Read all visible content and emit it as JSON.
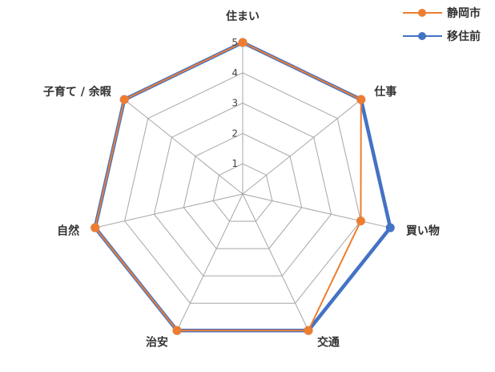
{
  "chart_data": {
    "type": "radar",
    "title": "",
    "axes": [
      "住まい",
      "仕事",
      "買い物",
      "交通",
      "治安",
      "自然",
      "子育て / 余暇"
    ],
    "rlim": [
      0,
      5
    ],
    "ticks": [
      "1",
      "2",
      "3",
      "4",
      "5"
    ],
    "grid": true,
    "legend_position": "top-right",
    "series": [
      {
        "name": "静岡市",
        "color": "#ED7D31",
        "values": [
          5,
          5,
          4,
          5,
          5,
          5,
          5
        ]
      },
      {
        "name": "移住前",
        "color": "#4472C4",
        "values": [
          5,
          5,
          5,
          5,
          5,
          5,
          5
        ]
      }
    ]
  }
}
